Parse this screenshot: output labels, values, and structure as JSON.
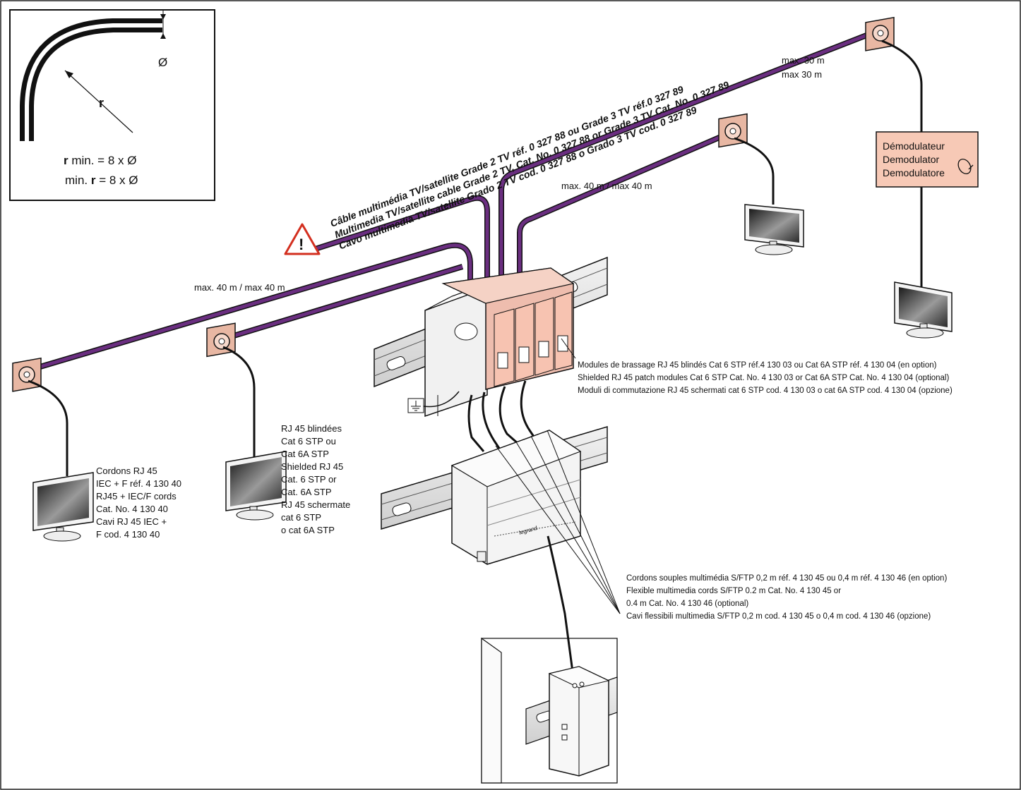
{
  "inset": {
    "diameter_symbol": "Ø",
    "radius_symbol": "r",
    "rule_line1_r": "r",
    "rule_line1_rest": " min. = 8 x Ø",
    "rule_line2_pre": "min. ",
    "rule_line2_r": "r",
    "rule_line2_rest": " = 8 x Ø"
  },
  "cable_label": {
    "fr": "Câble multimédia TV/satellite Grade 2 TV réf. 0 327 88 ou Grade 3 TV réf.0 327 89",
    "en": "Multimedia TV/satellite cable Grade 2 TV, Cat. No. 0 327 88 or Grade 3 TV Cat. No. 0 327 89",
    "it": "Cavo multimedia TV/satellite Grado 2 TV cod. 0 327 88 o Grado 3 TV cod. 0 327 89"
  },
  "warning_symbol": "!",
  "distances": {
    "right_top_1": "max. 30 m",
    "right_top_2": "max 30 m",
    "middle": "max. 40 m / max 40 m",
    "left": "max. 40 m / max 40 m"
  },
  "demodulator": [
    "Démodulateur",
    "Demodulator",
    "Demodulatore"
  ],
  "patch_modules": [
    "Modules de brassage RJ 45 blindés Cat 6 STP réf.4 130 03 ou Cat 6A STP réf. 4 130 04 (en option)",
    "Shielded RJ 45 patch modules Cat 6 STP Cat. No. 4 130 03 or Cat 6A STP Cat. No. 4 130 04 (optional)",
    "Moduli di commutazione RJ 45 schermati cat 6 STP cod. 4 130 03 o cat 6A STP cod. 4 130 04 (opzione)"
  ],
  "rj45_shielded": [
    "RJ 45 blindées",
    "Cat 6 STP ou",
    "Cat 6A STP",
    "Shielded RJ 45",
    "Cat. 6 STP or",
    "Cat. 6A STP",
    "RJ 45 schermate",
    "cat 6 STP",
    "o cat 6A STP"
  ],
  "cords": [
    "Cordons RJ 45",
    "IEC + F réf. 4 130 40",
    "RJ45 + IEC/F cords",
    "Cat. No. 4 130 40",
    "Cavi RJ 45 IEC +",
    "F cod. 4 130 40"
  ],
  "flex_cords": [
    "Cordons souples multimédia S/FTP 0,2 m réf. 4 130 45 ou 0,4 m réf. 4 130 46 (en option)",
    "Flexible multimedia cords S/FTP 0.2 m Cat. No. 4 130 45 or",
    "0.4 m Cat. No. 4 130 46 (optional)",
    "Cavi flessibili multimedia S/FTP 0,2 m cod. 4 130 45 o 0,4 m cod. 4 130 46 (opzione)"
  ],
  "device_logo": "legrand",
  "colors": {
    "cable_purple": "#5b2a6e",
    "outlet_pink": "#e8b7a3",
    "demod_fill": "#f7c9b6",
    "module_pink": "#e9b6a4",
    "warning_red": "#d32f1f"
  }
}
